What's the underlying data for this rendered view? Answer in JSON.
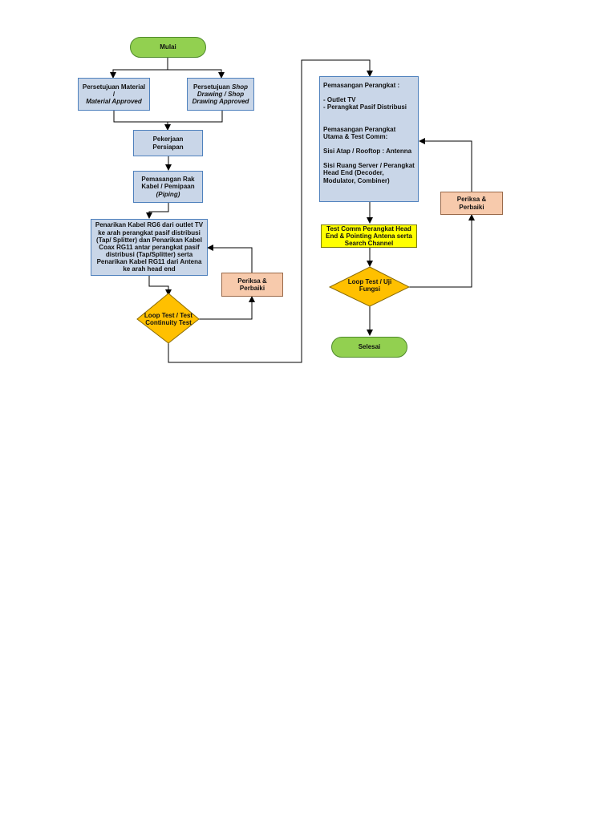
{
  "start": "Mulai",
  "material": {
    "line1": "Persetujuan Material /",
    "line2": "Material Approved"
  },
  "drawing": {
    "prefix": "Persetujuan",
    "italic1": "Shop",
    "italic2": "Drawing / Shop",
    "italic3": "Drawing Approved"
  },
  "prep": "Pekerjaan Persiapan",
  "rack": {
    "line1": "Pemasangan Rak",
    "line2": "Kabel / Pemipaan",
    "line3": "(Piping)"
  },
  "cabling": "Penarikan Kabel RG6 dari outlet TV ke arah perangkat pasif distribusi (Tap/ Splitter) dan Penarikan Kabel Coax RG11 antar perangkat pasif distribusi (Tap/Splitter) serta Penarikan Kabel RG11 dari Antena ke arah head end",
  "check1": "Periksa & Perbaiki",
  "loop1": {
    "line1": "Loop Test / Test",
    "line2": "Continuity Test"
  },
  "install": {
    "title": "Pemasangan Perangkat  :",
    "item1": "- Outlet TV",
    "item2": "- Perangkat Pasif Distribusi",
    "main": "Pemasangan Perangkat  Utama & Test Comm:",
    "roof": "Sisi Atap / Rooftop : Antenna",
    "server": "Sisi Ruang Server / Perangkat Head End (Decoder, Modulator, Combiner)"
  },
  "testcomm": "Test Comm Perangkat Head End & Pointing Antena serta Search Channel",
  "check2": "Periksa & Perbaiki",
  "loop2": {
    "line1": "Loop Test /  Uji",
    "line2": "Fungsi"
  },
  "end": "Selesai",
  "colors": {
    "process": "#c9d6e8",
    "terminal": "#92d050",
    "decision": "#ffc000",
    "check": "#f7caac",
    "highlight": "#ffff00"
  }
}
